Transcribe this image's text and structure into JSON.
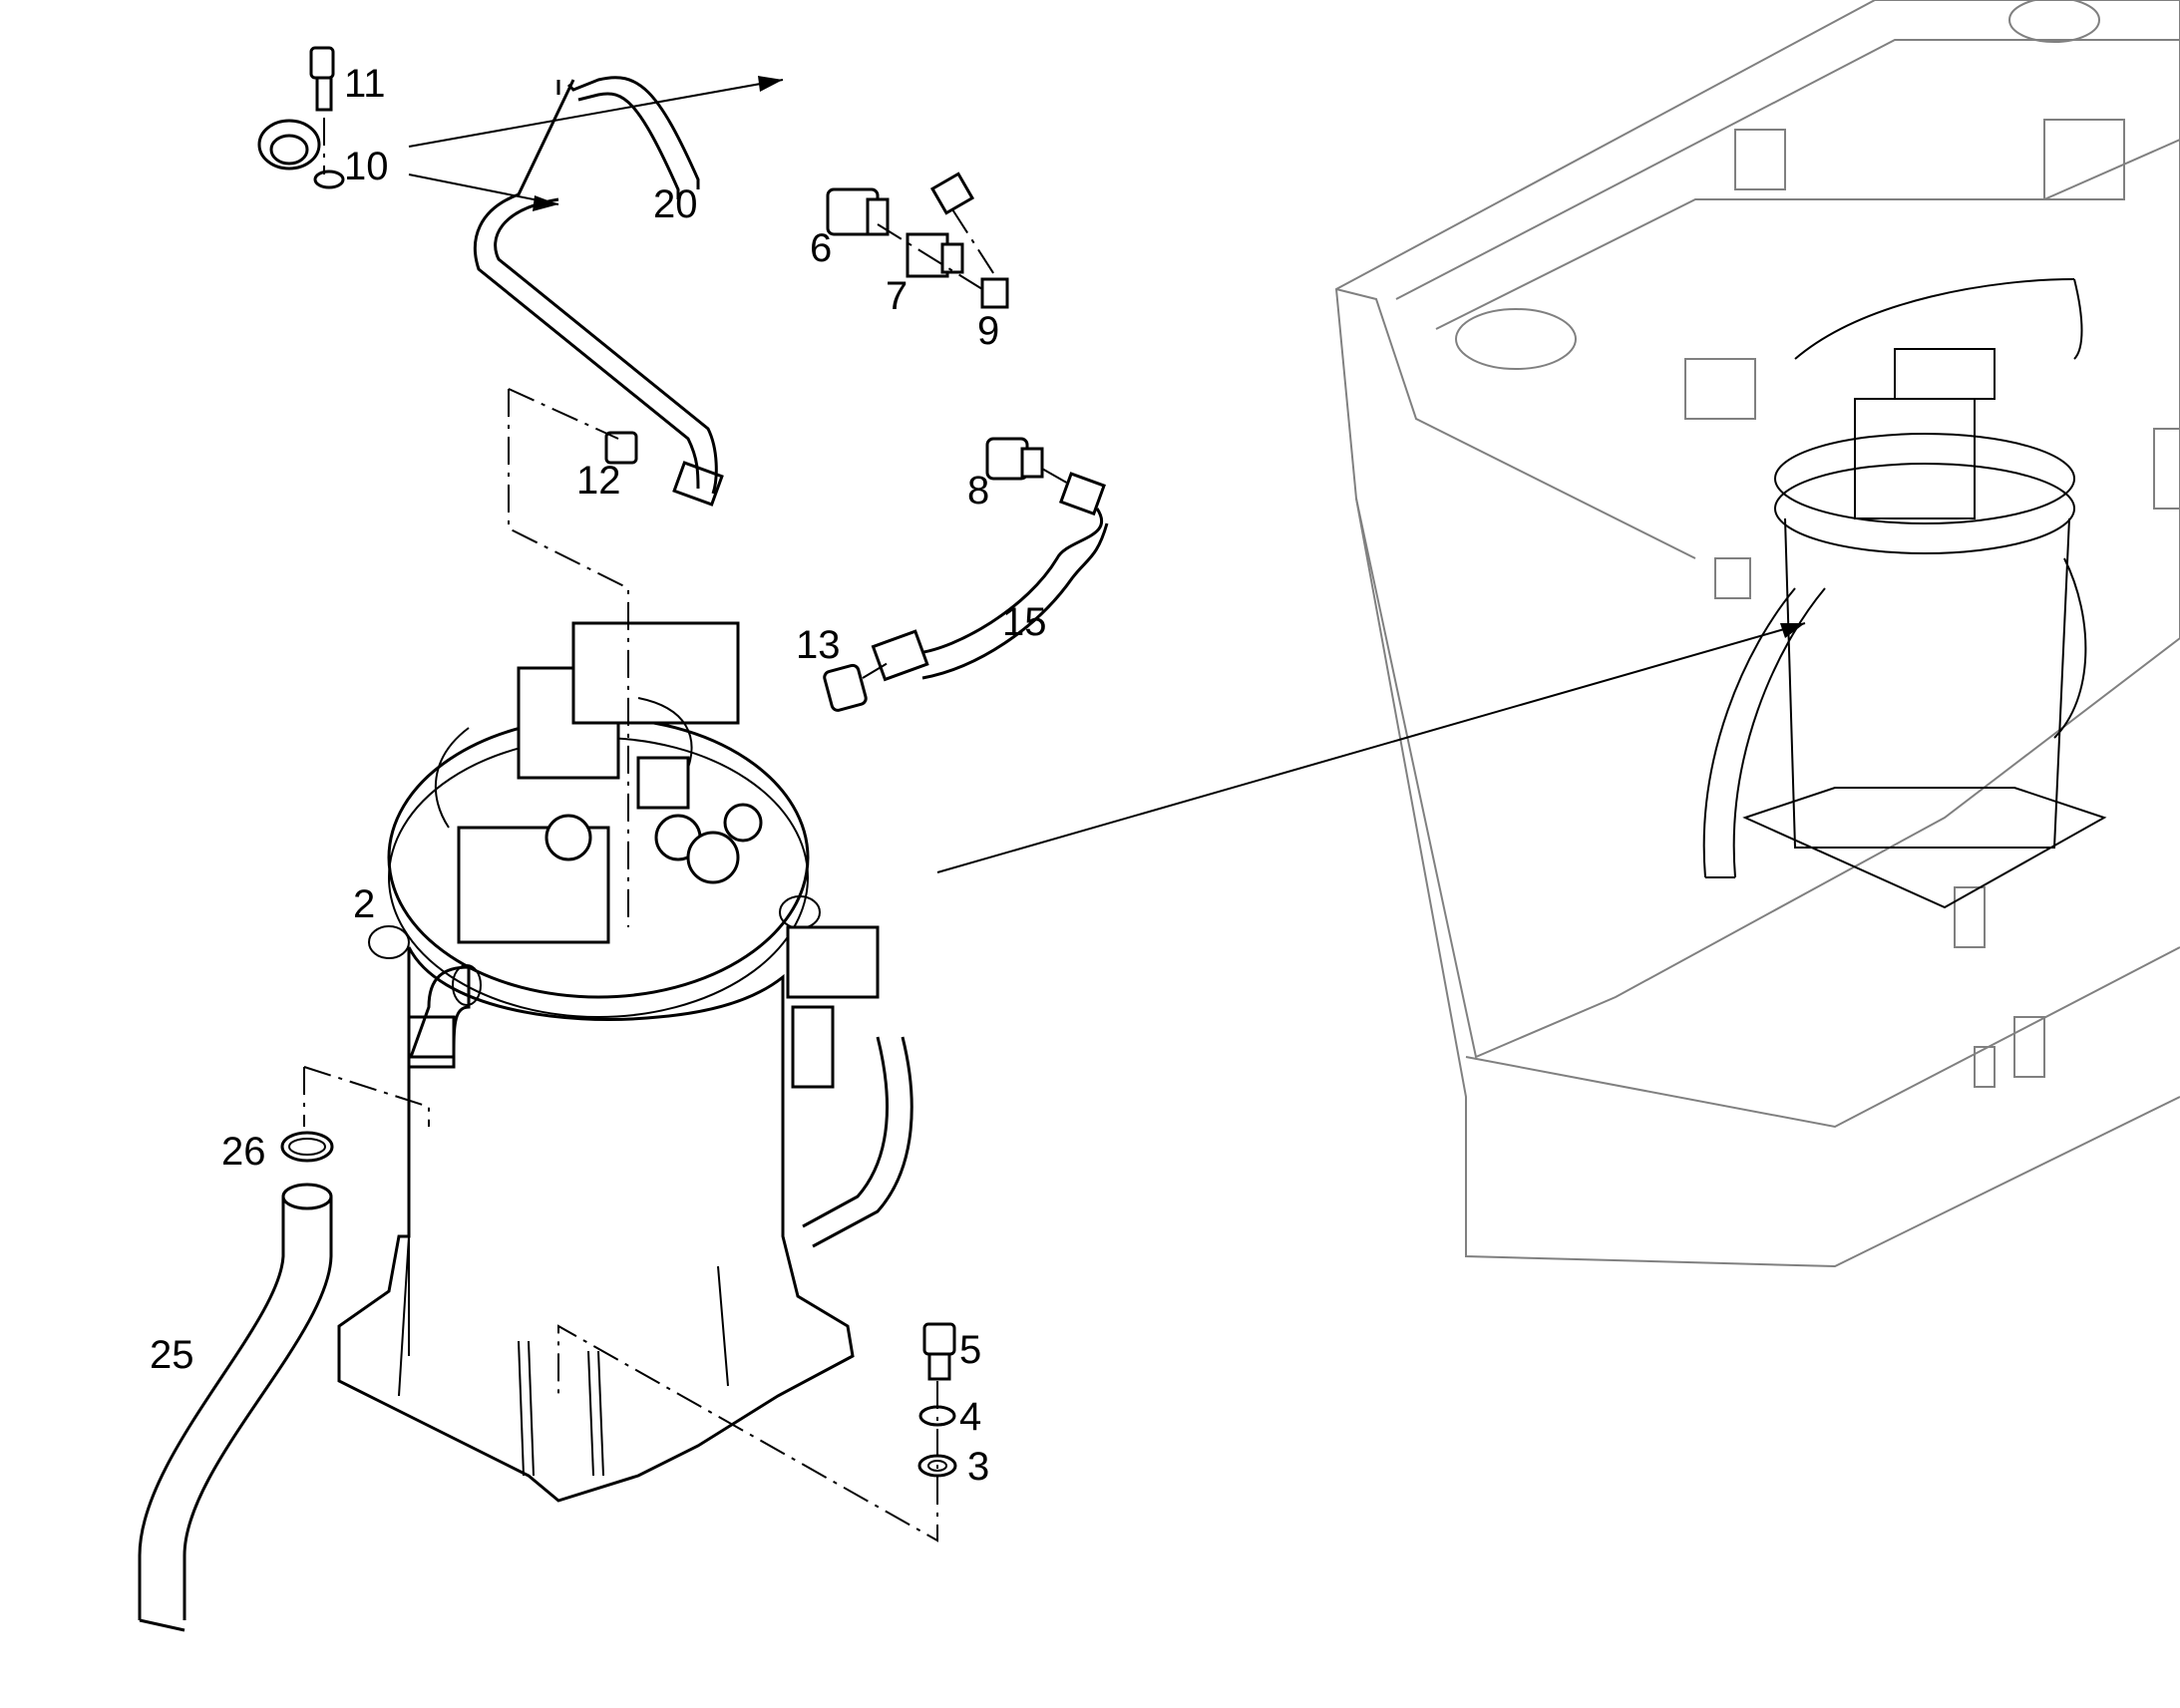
{
  "diagram": {
    "callouts": [
      "11",
      "10",
      "20",
      "6",
      "7",
      "9",
      "12",
      "8",
      "13",
      "15",
      "2",
      "26",
      "25",
      "5",
      "4",
      "3"
    ]
  }
}
